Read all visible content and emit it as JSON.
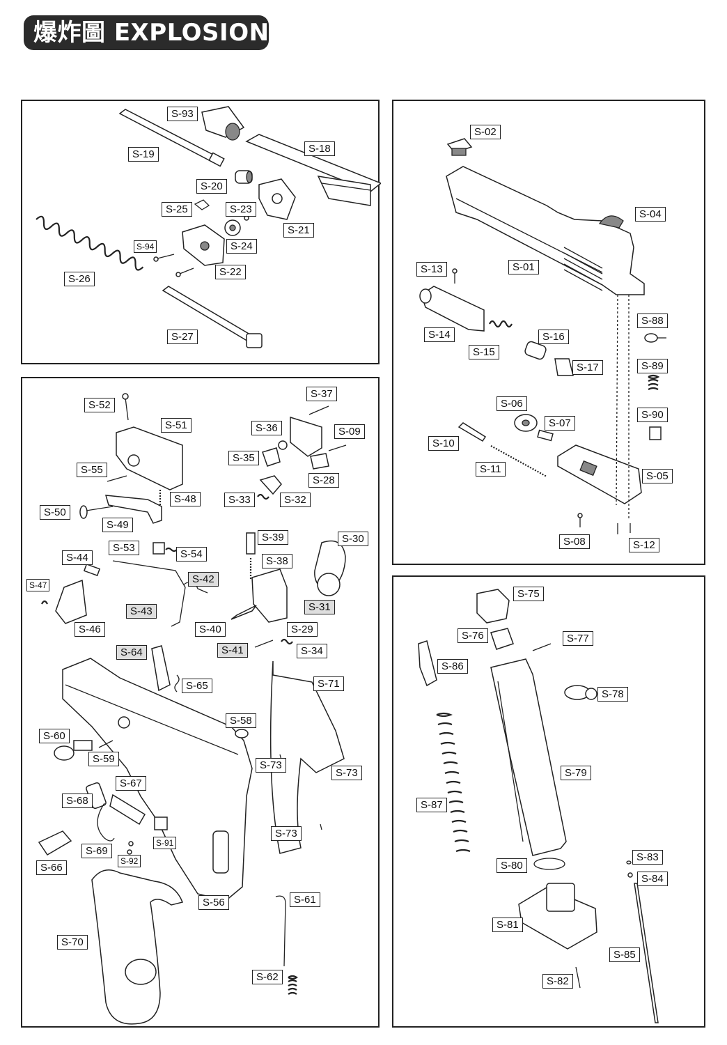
{
  "title": "爆炸圖 EXPLOSION",
  "panels": {
    "barrel": {
      "labels": {
        "S-93": "S-93",
        "S-19": "S-19",
        "S-18": "S-18",
        "S-20": "S-20",
        "S-25": "S-25",
        "S-23": "S-23",
        "S-21": "S-21",
        "S-24": "S-24",
        "S-94": "S-94",
        "S-22": "S-22",
        "S-26": "S-26",
        "S-27": "S-27"
      }
    },
    "slide": {
      "labels": {
        "S-02": "S-02",
        "S-04": "S-04",
        "S-01": "S-01",
        "S-13": "S-13",
        "S-14": "S-14",
        "S-15": "S-15",
        "S-16": "S-16",
        "S-17": "S-17",
        "S-88": "S-88",
        "S-89": "S-89",
        "S-06": "S-06",
        "S-07": "S-07",
        "S-90": "S-90",
        "S-10": "S-10",
        "S-11": "S-11",
        "S-05": "S-05",
        "S-08": "S-08",
        "S-12": "S-12"
      }
    },
    "frame": {
      "labels": {
        "S-52": "S-52",
        "S-51": "S-51",
        "S-37": "S-37",
        "S-36": "S-36",
        "S-09": "S-09",
        "S-35": "S-35",
        "S-55": "S-55",
        "S-28": "S-28",
        "S-48": "S-48",
        "S-33": "S-33",
        "S-32": "S-32",
        "S-50": "S-50",
        "S-49": "S-49",
        "S-39": "S-39",
        "S-30": "S-30",
        "S-53": "S-53",
        "S-54": "S-54",
        "S-44": "S-44",
        "S-38": "S-38",
        "S-42": "S-42",
        "S-47": "S-47",
        "S-31": "S-31",
        "S-43": "S-43",
        "S-46": "S-46",
        "S-40": "S-40",
        "S-29": "S-29",
        "S-41": "S-41",
        "S-34": "S-34",
        "S-64": "S-64",
        "S-65": "S-65",
        "S-71": "S-71",
        "S-58": "S-58",
        "S-60": "S-60",
        "S-59": "S-59",
        "S-73a": "S-73",
        "S-73b": "S-73",
        "S-67": "S-67",
        "S-68": "S-68",
        "S-73c": "S-73",
        "S-91": "S-91",
        "S-69": "S-69",
        "S-92": "S-92",
        "S-66": "S-66",
        "S-61": "S-61",
        "S-56": "S-56",
        "S-70": "S-70",
        "S-62": "S-62"
      }
    },
    "magazine": {
      "labels": {
        "S-75": "S-75",
        "S-76": "S-76",
        "S-77": "S-77",
        "S-86": "S-86",
        "S-78": "S-78",
        "S-79": "S-79",
        "S-87": "S-87",
        "S-83": "S-83",
        "S-80": "S-80",
        "S-84": "S-84",
        "S-81": "S-81",
        "S-85": "S-85",
        "S-82": "S-82"
      }
    }
  }
}
